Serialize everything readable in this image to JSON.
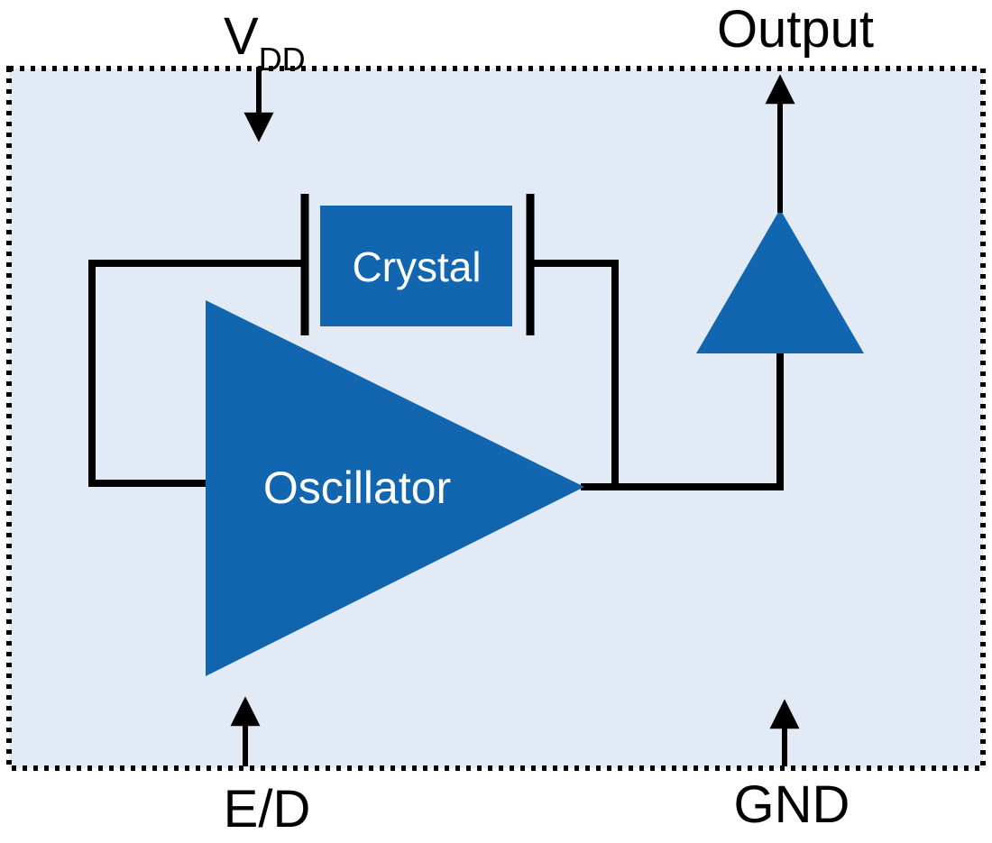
{
  "diagram": {
    "type": "block-diagram",
    "subject": "crystal-oscillator-circuit",
    "colors": {
      "background": "#e2ebf5",
      "shape": "#1266b0",
      "line": "#000000",
      "label_text": "#000000",
      "block_text": "#ffffff"
    },
    "pins": {
      "vdd": {
        "label": "V",
        "subscript": "DD"
      },
      "output": {
        "label": "Output"
      },
      "enable": {
        "label": "E/D"
      },
      "ground": {
        "label": "GND"
      }
    },
    "blocks": {
      "crystal": {
        "label": "Crystal"
      },
      "oscillator": {
        "label": "Oscillator"
      }
    }
  }
}
